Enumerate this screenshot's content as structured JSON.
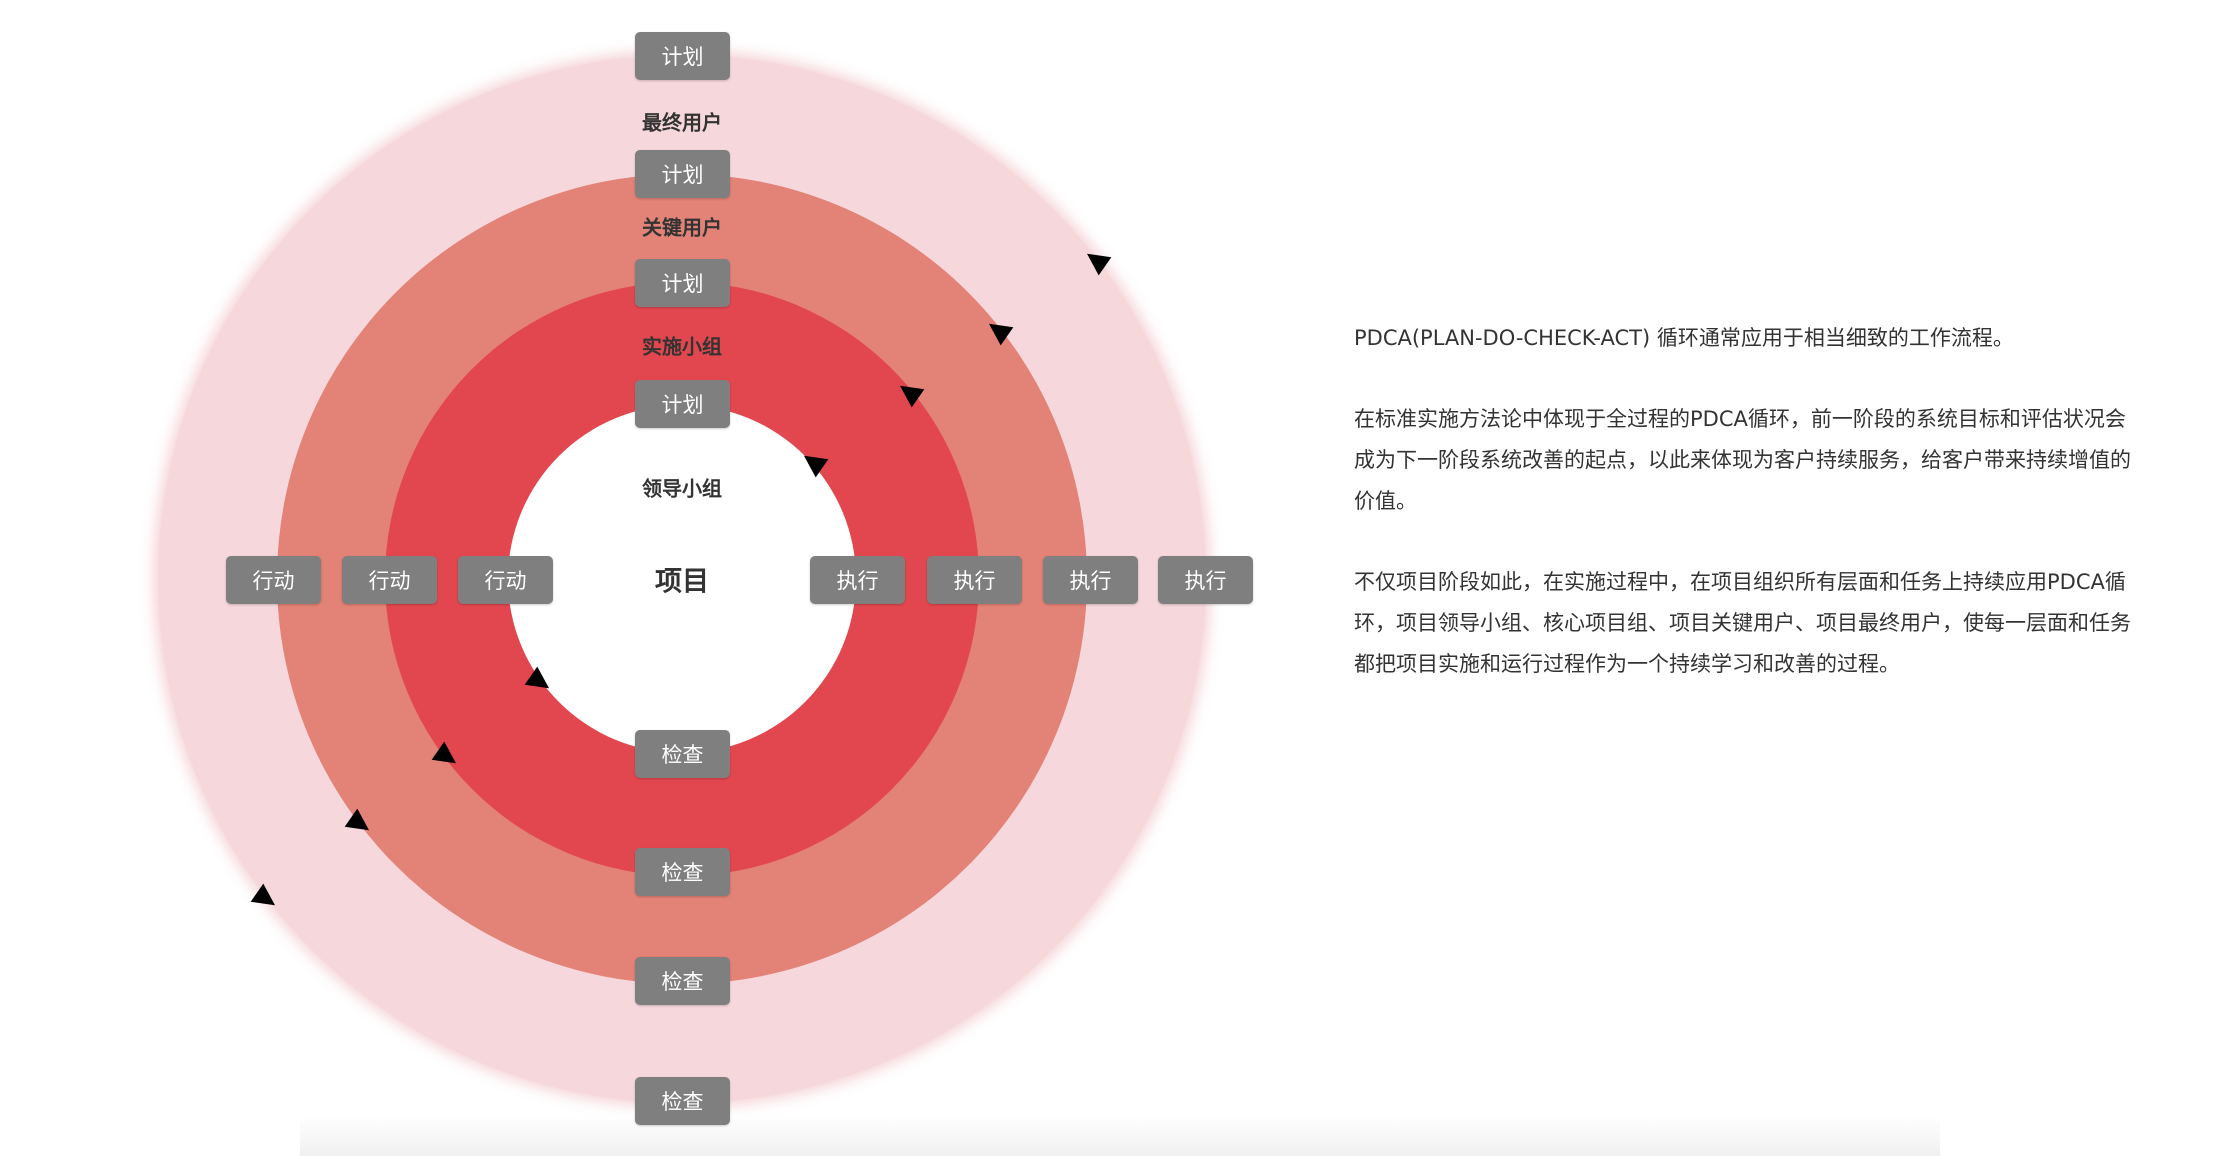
{
  "diagram": {
    "center": "项目",
    "rings": [
      {
        "name": "最终用户",
        "color": "#f6d7dc"
      },
      {
        "name": "关键用户",
        "color": "#e38276"
      },
      {
        "name": "实施小组",
        "color": "#e2474f"
      },
      {
        "name": "领导小组",
        "color": "#ffffff"
      }
    ],
    "plan": "计划",
    "do": "执行",
    "check": "检查",
    "act": "行动",
    "button_color": "#7f7f7f"
  },
  "description": {
    "paragraphs": [
      "PDCA(PLAN-DO-CHECK-ACT) 循环通常应用于相当细致的工作流程。",
      "在标准实施方法论中体现于全过程的PDCA循环，前一阶段的系统目标和评估状况会成为下一阶段系统改善的起点，以此来体现为客户持续服务，给客户带来持续增值的价值。",
      "不仅项目阶段如此，在实施过程中，在项目组织所有层面和任务上持续应用PDCA循环，项目领导小组、核心项目组、项目关键用户、项目最终用户，使每一层面和任务都把项目实施和运行过程作为一个持续学习和改善的过程。"
    ]
  }
}
